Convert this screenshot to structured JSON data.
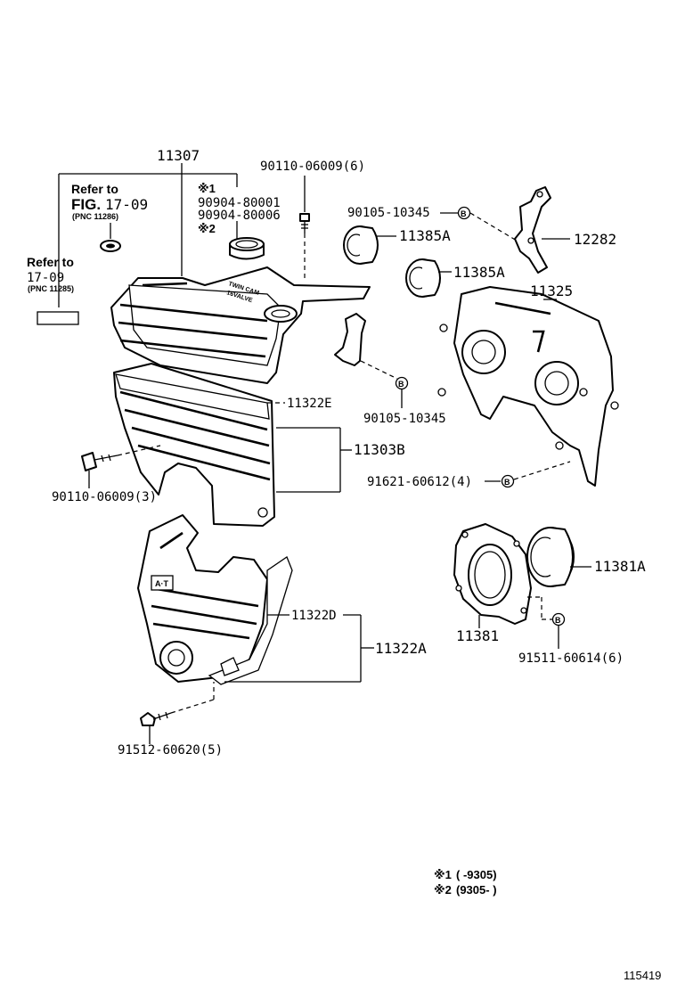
{
  "labels": {
    "p11307": "11307",
    "p90110_top": "90110-06009(6)",
    "p90105_top": "90105-10345",
    "p12282": "12282",
    "p11385A_1": "11385A",
    "p11385A_2": "11385A",
    "p11325": "11325",
    "p90105_mid": "90105-10345",
    "p11322E": "11322E",
    "p11303B": "11303B",
    "p90110_left": "90110-06009(3)",
    "p91621": "91621-60612(4)",
    "p11381A": "11381A",
    "p11381": "11381",
    "p91511": "91511-60614(6)",
    "p11322D": "11322D",
    "p11322A": "11322A",
    "p91512": "91512-60620(5)",
    "alt1_mark": "※1",
    "alt1_pn": "90904-80001",
    "alt2_pn": "90904-80006",
    "alt2_mark": "※2"
  },
  "refs": {
    "ref1_line1": "Refer to",
    "ref1_line2": "FIG.",
    "ref1_fig": "17-09",
    "ref1_pnc": "(PNC 11286)",
    "ref2_line1": "Refer to",
    "ref2_fig": "17-09",
    "ref2_pnc": "(PNC 11285)"
  },
  "notes": {
    "n1_mark": "※1",
    "n1_text": "(      -9305)",
    "n2_mark": "※2",
    "n2_text": "(9305-      )"
  },
  "bolt_mark": "B",
  "engine_text_1": "TWIN CAM",
  "engine_text_2": "16VALVE",
  "cover_emblem": "A·T",
  "illustration_code": "115419"
}
